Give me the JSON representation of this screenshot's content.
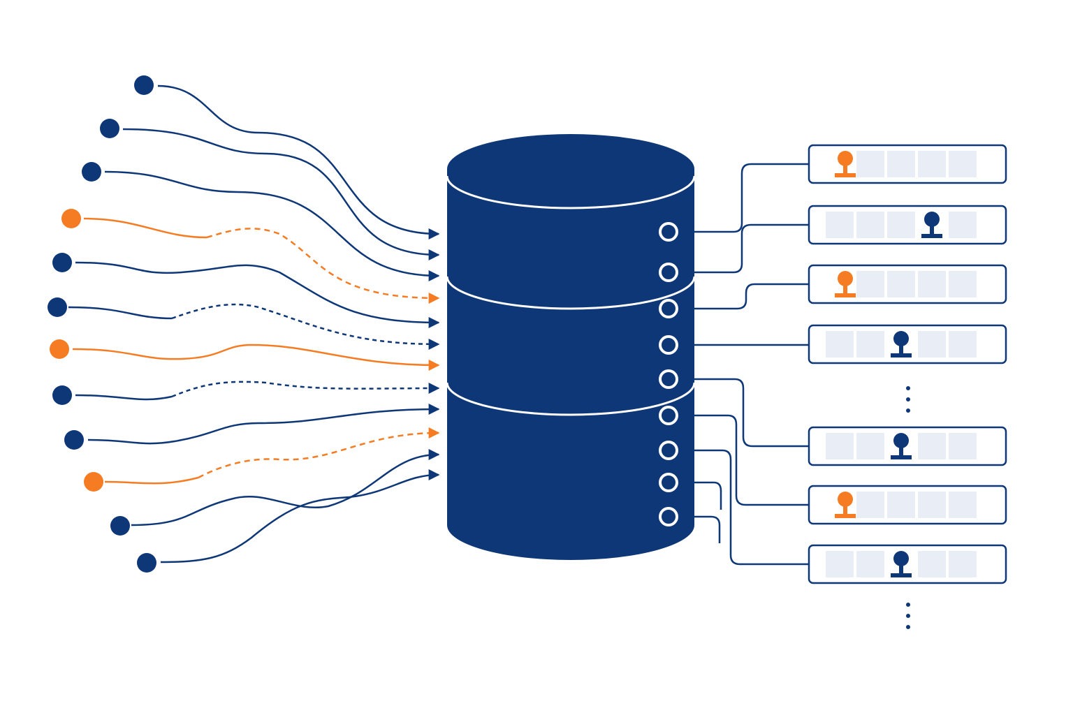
{
  "colors": {
    "background": "#ffffff",
    "navy": "#0e3778",
    "orange": "#f57c22",
    "slot_fill": "#e9edf6",
    "separator": "#ffffff"
  },
  "diagram": {
    "kind": "many-to-one data ingestion into a database, then fan-out to records",
    "text_labels": []
  },
  "sources": [
    {
      "id": 1,
      "color": "navy",
      "line": "solid"
    },
    {
      "id": 2,
      "color": "navy",
      "line": "solid"
    },
    {
      "id": 3,
      "color": "navy",
      "line": "solid"
    },
    {
      "id": 4,
      "color": "orange",
      "line": "dashed-end"
    },
    {
      "id": 5,
      "color": "navy",
      "line": "solid"
    },
    {
      "id": 6,
      "color": "navy",
      "line": "dashed-end"
    },
    {
      "id": 7,
      "color": "orange",
      "line": "solid"
    },
    {
      "id": 8,
      "color": "navy",
      "line": "dashed-end"
    },
    {
      "id": 9,
      "color": "navy",
      "line": "solid"
    },
    {
      "id": 10,
      "color": "orange",
      "line": "dashed-end"
    },
    {
      "id": 11,
      "color": "navy",
      "line": "solid"
    },
    {
      "id": 12,
      "color": "navy",
      "line": "solid"
    }
  ],
  "database": {
    "segments": 3,
    "output_ports": 9,
    "icon": "database-cylinder-icon"
  },
  "records": [
    {
      "id": 1,
      "marker_color": "orange",
      "marker_slot": 1
    },
    {
      "id": 2,
      "marker_color": "navy",
      "marker_slot": 4
    },
    {
      "id": 3,
      "marker_color": "orange",
      "marker_slot": 1
    },
    {
      "id": 4,
      "marker_color": "navy",
      "marker_slot": 3
    },
    {
      "id": 5,
      "marker_color": "navy",
      "marker_slot": 3
    },
    {
      "id": 6,
      "marker_color": "orange",
      "marker_slot": 1
    },
    {
      "id": 7,
      "marker_color": "navy",
      "marker_slot": 3
    }
  ],
  "ellipsis_markers": 2
}
